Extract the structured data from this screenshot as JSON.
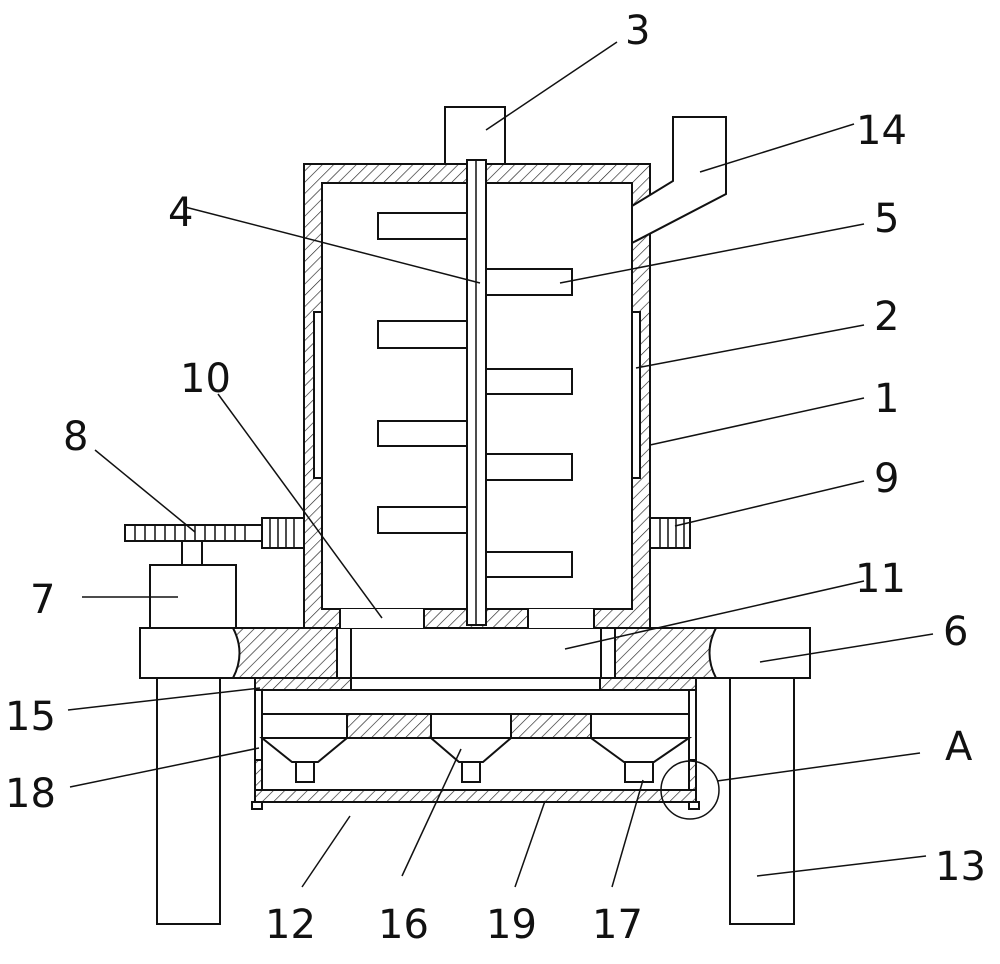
{
  "labels": {
    "l1": "1",
    "l2": "2",
    "l3": "3",
    "l4": "4",
    "l5": "5",
    "l6": "6",
    "l7": "7",
    "l8": "8",
    "l9": "9",
    "l10": "10",
    "l11": "11",
    "l12": "12",
    "l13": "13",
    "l14": "14",
    "l15": "15",
    "l16": "16",
    "l17": "17",
    "l18": "18",
    "l19": "19",
    "lA": "A"
  }
}
